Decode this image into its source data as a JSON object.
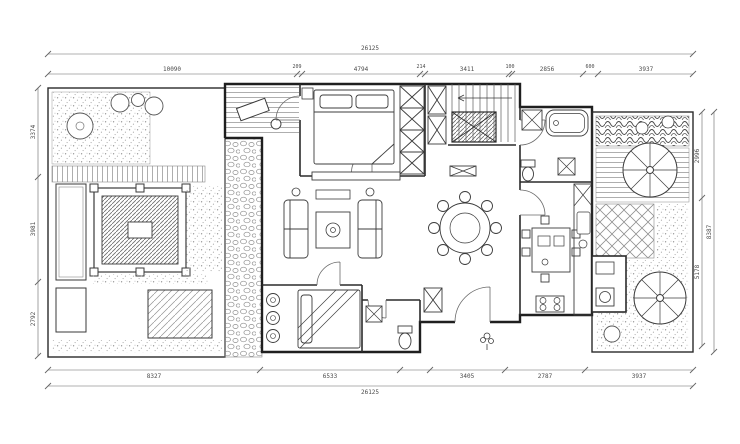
{
  "drawing": {
    "kind": "residential floor plan with gardens",
    "paper_color": "#ffffff",
    "ink_color": "#2b2b2b",
    "texture_color": "#8f8f8f"
  },
  "dims": {
    "top_overall": "26125",
    "top_segments": [
      "10090",
      "209",
      "4794",
      "214",
      "3411",
      "100",
      "2856",
      "600",
      "3937"
    ],
    "left_segments": [
      "3374",
      "3981",
      "2792"
    ],
    "right_overall": "8387",
    "right_segments": [
      "2996",
      "5178"
    ],
    "bottom_segments": [
      "8327",
      "6533",
      "3405",
      "2787",
      "3937"
    ],
    "bottom_overall": "26125"
  }
}
